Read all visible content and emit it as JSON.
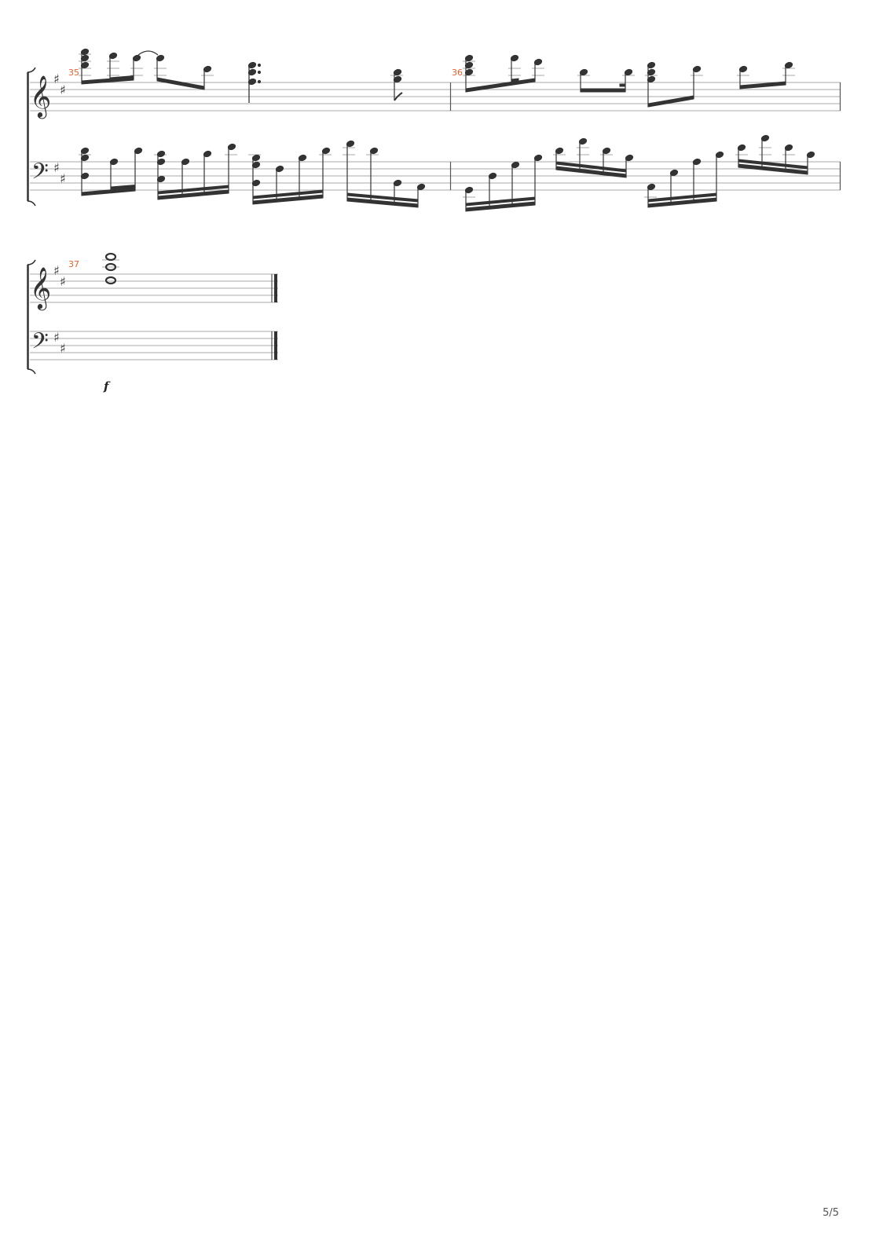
{
  "page": {
    "page_number": "5/5"
  },
  "key_signature": "D major (2 sharps)",
  "systems": [
    {
      "id": "system-1",
      "measures": [
        "35",
        "36"
      ],
      "staves": [
        "treble",
        "bass"
      ]
    },
    {
      "id": "system-2",
      "measures": [
        "37"
      ],
      "staves": [
        "treble",
        "bass"
      ],
      "dynamic": "f"
    }
  ],
  "colors": {
    "measure_number": "#e8602c",
    "notes": "#333333",
    "staff_lines": "#999999"
  }
}
